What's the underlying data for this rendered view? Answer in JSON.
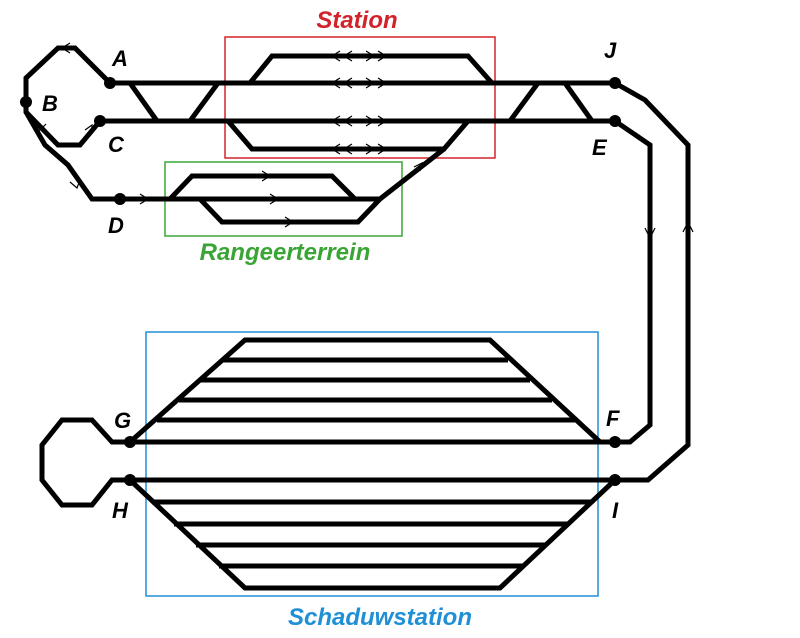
{
  "zones": {
    "station": {
      "label": "Station",
      "color": "#d2232a"
    },
    "rangeerterrein": {
      "label": "Rangeerterrein",
      "color": "#3aa535"
    },
    "schaduwstation": {
      "label": "Schaduwstation",
      "color": "#1f8fd6"
    }
  },
  "nodes": {
    "A": "A",
    "B": "B",
    "C": "C",
    "D": "D",
    "E": "E",
    "F": "F",
    "G": "G",
    "H": "H",
    "I": "I",
    "J": "J"
  },
  "colors": {
    "track": "#000000",
    "background": "#ffffff"
  }
}
